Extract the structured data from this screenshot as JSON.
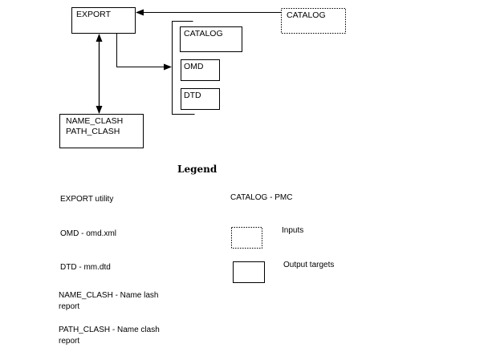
{
  "diagram": {
    "nodes": {
      "export": "EXPORT",
      "catalog_input": "CATALOG",
      "catalog_out": "CATALOG",
      "omd": "OMD",
      "dtd": "DTD",
      "reports": [
        "NAME_CLASH",
        "PATH_CLASH"
      ]
    }
  },
  "legend": {
    "title": "Legend",
    "export_desc": "EXPORT utility",
    "catalog_desc": "CATALOG - PMC",
    "omd_desc": "OMD - omd.xml",
    "inputs_label": "Inputs",
    "dtd_desc": "DTD - mm.dtd",
    "outputs_label": "Output targets",
    "name_clash_desc": "NAME_CLASH - Name lash report",
    "path_clash_desc": "PATH_CLASH - Name clash report"
  }
}
